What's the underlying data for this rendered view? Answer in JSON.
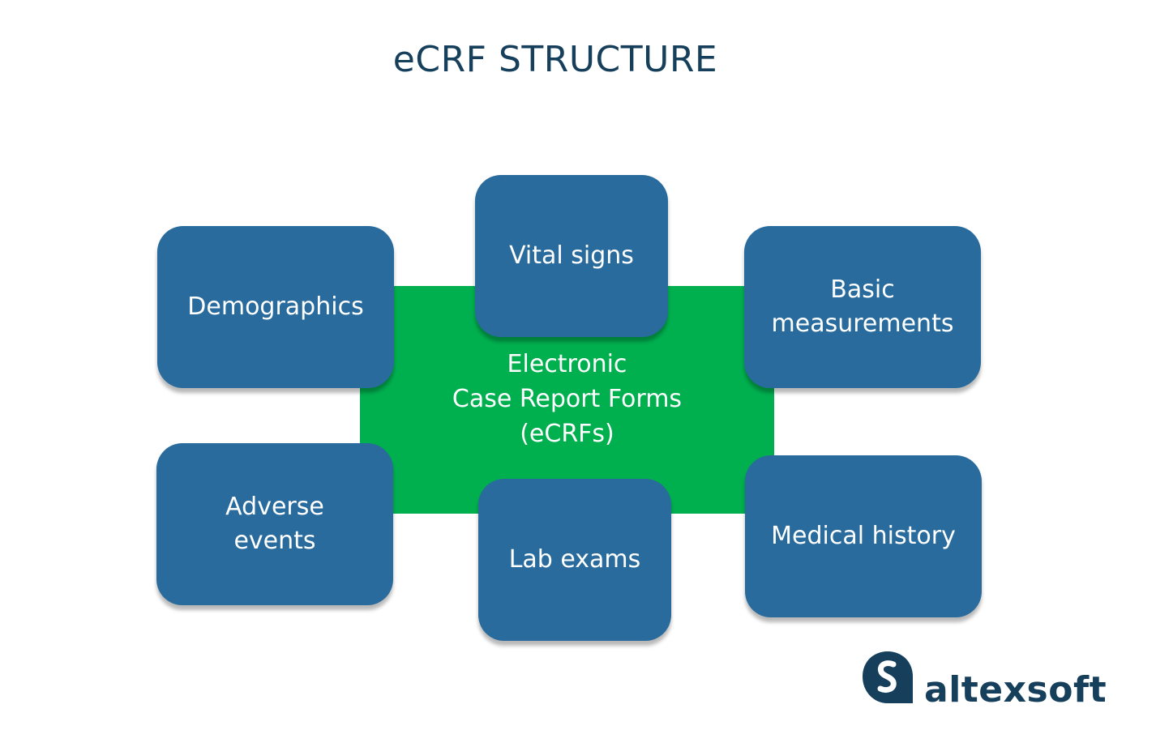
{
  "title": "eCRF STRUCTURE",
  "center": {
    "lines": [
      "Electronic",
      "Case Report Forms",
      "(eCRFs)"
    ]
  },
  "nodes": {
    "demographics": {
      "lines": [
        "Demographics"
      ]
    },
    "vital_signs": {
      "lines": [
        "Vital signs"
      ]
    },
    "basic_measurements": {
      "lines": [
        "Basic",
        "measurements"
      ]
    },
    "adverse_events": {
      "lines": [
        "Adverse",
        "events"
      ]
    },
    "lab_exams": {
      "lines": [
        "Lab exams"
      ]
    },
    "medical_history": {
      "lines": [
        "Medical history"
      ]
    }
  },
  "logo": {
    "text": "altexsoft"
  },
  "colors": {
    "title": "#163f5c",
    "center_fill": "#00b04f",
    "node_fill": "#286b9c",
    "node_text": "#ffffff",
    "logo": "#163f5c"
  }
}
